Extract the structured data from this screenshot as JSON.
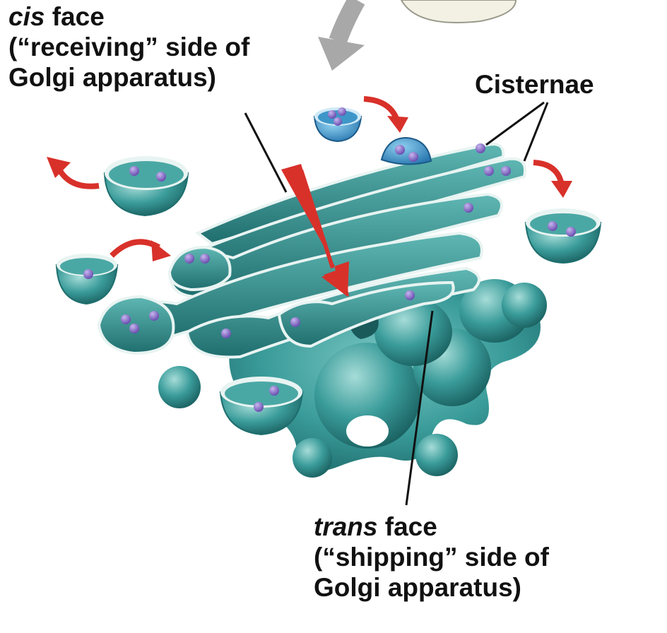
{
  "labels": {
    "cis": {
      "term": "cis",
      "word": "face",
      "line2": "(“receiving” side of",
      "line3": "Golgi apparatus)"
    },
    "cisternae": "Cisternae",
    "trans": {
      "term": "trans",
      "word": "face",
      "line2": "(“shipping” side of",
      "line3": "Golgi apparatus)"
    }
  },
  "colors": {
    "membrane": "#3a9c9a",
    "membrane_dark": "#1f6e6e",
    "membrane_light": "#8fd0cc",
    "lumen_rim": "#e8f4f2",
    "cargo": "#8a6fc4",
    "arrow_red": "#d8312a",
    "arrow_gray": "#a8a8a8",
    "vesicle_blue": "#3e96c8",
    "er_fill": "#f3f1e4"
  },
  "icons": {
    "flow": "red-block-arrow-icon",
    "transport": "curved-red-arrow-icon",
    "incoming": "curved-gray-arrow-icon"
  }
}
